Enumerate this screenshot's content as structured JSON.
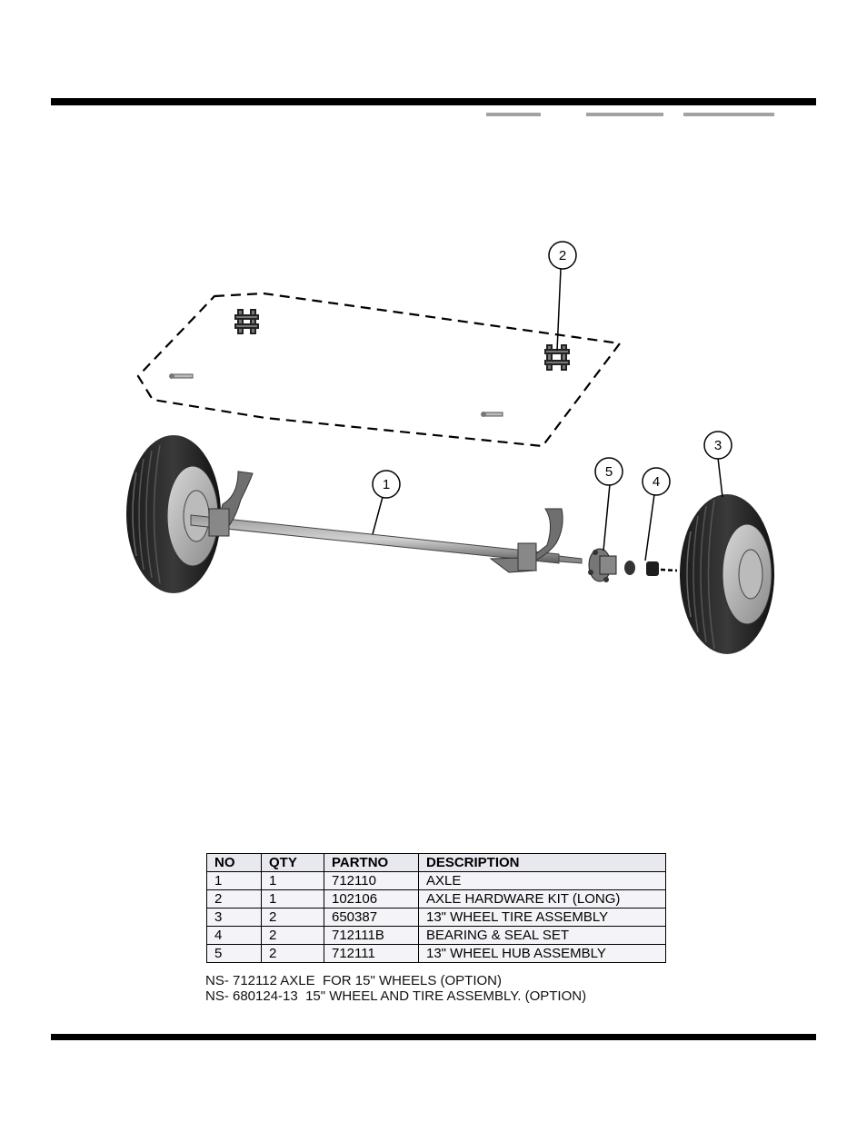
{
  "diagram": {
    "callouts": [
      "1",
      "2",
      "3",
      "4",
      "5"
    ]
  },
  "table": {
    "headers": [
      "NO",
      "QTY",
      "PARTNO",
      "DESCRIPTION"
    ],
    "rows": [
      [
        "1",
        "1",
        "712110",
        "AXLE"
      ],
      [
        "2",
        "1",
        "102106",
        "AXLE HARDWARE KIT (LONG)"
      ],
      [
        "3",
        "2",
        "650387",
        "13\" WHEEL TIRE ASSEMBLY"
      ],
      [
        "4",
        "2",
        "712111B",
        "BEARING & SEAL SET"
      ],
      [
        "5",
        "2",
        "712111",
        "13\" WHEEL HUB ASSEMBLY"
      ]
    ]
  },
  "notes": [
    "NS- 712112 AXLE  FOR 15\" WHEELS (OPTION)",
    "NS- 680124-13  15\" WHEEL AND TIRE ASSEMBLY. (OPTION)"
  ],
  "colors": {
    "rule": "#000000",
    "table_header_bg": "#e8e8ef",
    "table_cell_bg": "#f4f4f8"
  }
}
